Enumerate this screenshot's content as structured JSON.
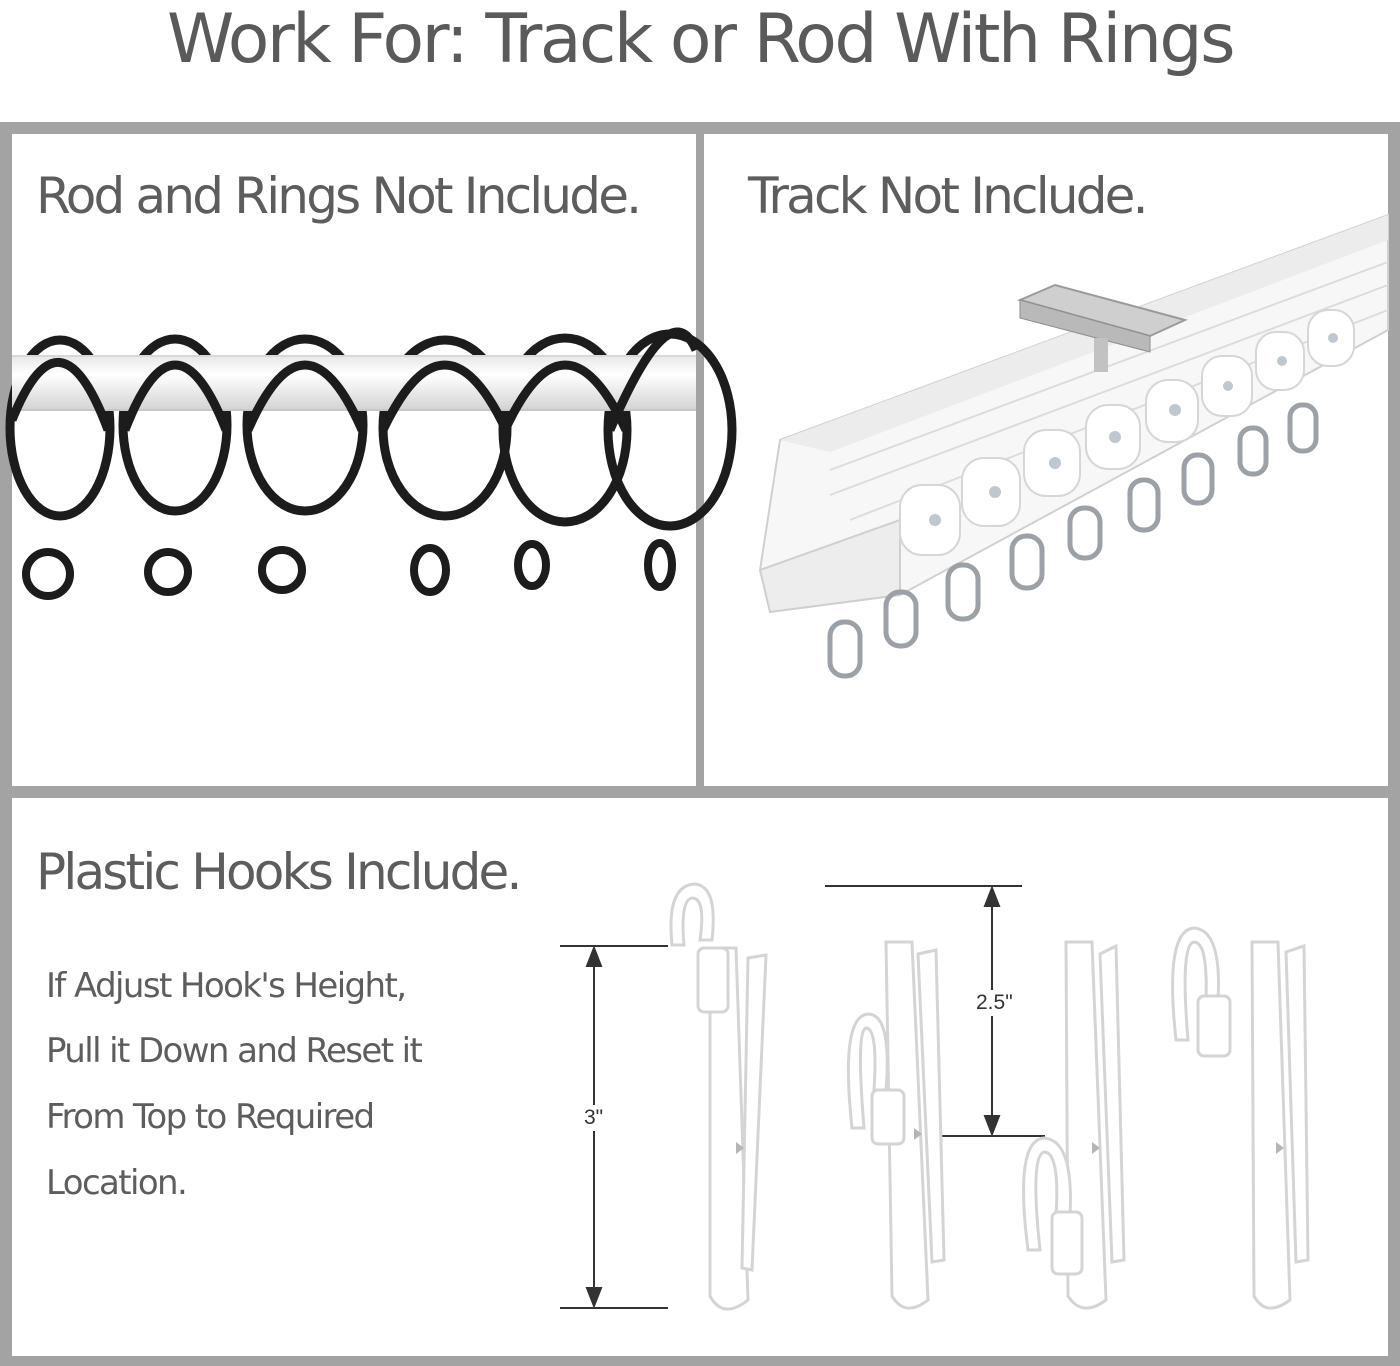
{
  "header": {
    "title": "Work For: Track or Rod With Rings"
  },
  "panels": {
    "rod": {
      "label": "Rod and Rings Not Include."
    },
    "track": {
      "label": "Track Not Include."
    },
    "hooks": {
      "label": "Plastic Hooks Include.",
      "note_lines": [
        "If Adjust Hook's Height,",
        "Pull it Down and Reset it",
        "From Top to Required",
        "Location."
      ],
      "dimension_left": "3\"",
      "dimension_right": "2.5\""
    }
  },
  "colors": {
    "frame": "#a3a3a3",
    "ring": "#1c1c1c",
    "rod": "#f2f2f2",
    "track": "#f4f4f4",
    "text": "#5d5d5d"
  },
  "icons": [
    "curtain-ring-icon",
    "curtain-rod-icon",
    "curtain-track-icon",
    "pleat-hook-icon"
  ]
}
